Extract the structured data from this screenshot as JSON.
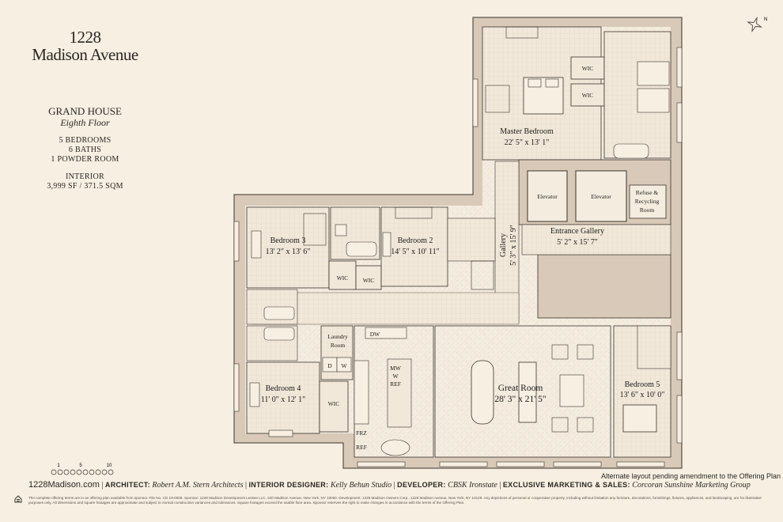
{
  "brand": {
    "line1": "1228",
    "line2": "Madison Avenue"
  },
  "info": {
    "title": "GRAND HOUSE",
    "floor": "Eighth Floor",
    "bedrooms": "5 BEDROOMS",
    "baths": "6 BATHS",
    "powder": "1 POWDER ROOM",
    "interior_label": "INTERIOR",
    "interior_value": "3,999 SF / 371.5 SQM"
  },
  "rooms": {
    "master_name": "Master Bedroom",
    "master_dim": "22' 5\" x 13' 1\"",
    "wic": "WIC",
    "elevator": "Elevator",
    "refuse_1": "Refuse &",
    "refuse_2": "Recycling",
    "refuse_3": "Room",
    "entrance_name": "Entrance Gallery",
    "entrance_dim": "5' 2\" x 15' 7\"",
    "gallery_name": "Gallery",
    "gallery_dim": "5' 3\" x 15' 9\"",
    "bed3_name": "Bedroom 3",
    "bed3_dim": "13' 2\" x 13' 6\"",
    "bed2_name": "Bedroom 2",
    "bed2_dim": "14' 5\" x 10' 11\"",
    "laundry_1": "Laundry",
    "laundry_2": "Room",
    "dw": "DW",
    "d": "D",
    "w": "W",
    "mw": "MW",
    "w2": "W",
    "ref": "REF",
    "frz": "FRZ",
    "ref2": "REF",
    "bed4_name": "Bedroom 4",
    "bed4_dim": "11' 0\" x 12' 1\"",
    "great_name": "Great Room",
    "great_dim": "28' 3\" x 21' 5\"",
    "bed5_name": "Bedroom 5",
    "bed5_dim": "13' 6\" x 10' 0\""
  },
  "scale": {
    "t1": "1",
    "t2": "5",
    "t3": "10"
  },
  "compass": {
    "label": "N"
  },
  "alt_note": "Alternate layout pending amendment to the Offering Plan",
  "footer": {
    "site": "1228Madison.com",
    "architect_k": "ARCHITECT:",
    "architect_v": "Robert A.M. Stern Architects",
    "designer_k": "INTERIOR DESIGNER:",
    "designer_v": "Kelly Behun Studio",
    "developer_k": "DEVELOPER:",
    "developer_v": "CBSK Ironstate",
    "marketing_k": "EXCLUSIVE MARKETING & SALES:",
    "marketing_v": "Corcoran Sunshine Marketing Group"
  },
  "disclaimer": "The complete offering terms are in an offering plan available from sponsor. File No. CD 19-0008. Sponsor: 1228 Madison Development Lessee LLC, 340 Madison Avenue, New York, NY 10000. Development: 1228 Madison Owners Corp., 1228 Madison Avenue, New York, NY 10128. Any depictions of personal or cooperative property, including without limitation any furniture, decorations, furnishings, fixtures, appliances, and landscaping, are for illustrative purposes only. All dimensions and square footages are approximate and subject to normal construction variances and tolerances. Square footages exceed the usable floor area. Sponsor reserves the right to make changes in accordance with the terms of the Offering Plan.",
  "colors": {
    "wall": "#d8c9b8",
    "floor": "#f4ecdf",
    "line": "#3a332c",
    "page": "#f7efe1"
  }
}
